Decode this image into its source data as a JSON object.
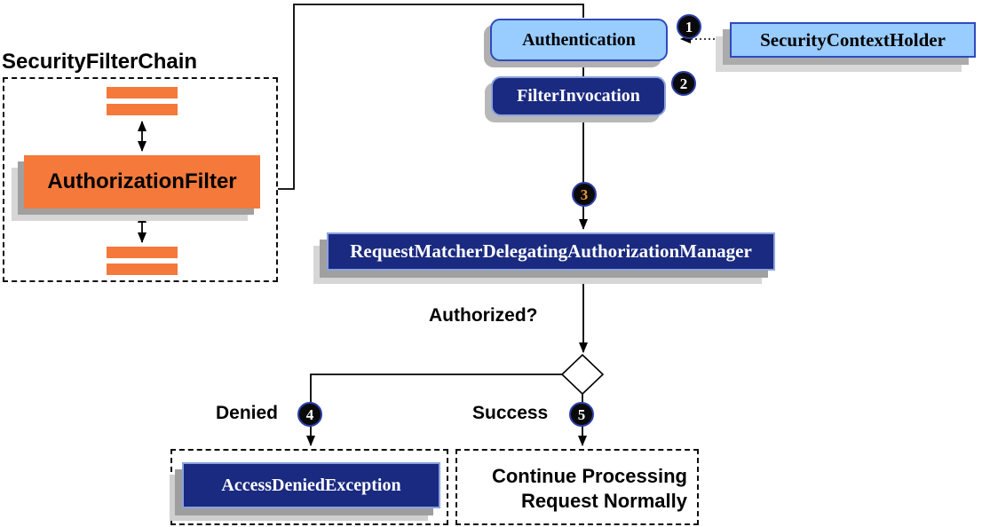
{
  "labels": {
    "security_filter_chain": "SecurityFilterChain",
    "authorization_filter": "AuthorizationFilter",
    "authentication": "Authentication",
    "filter_invocation": "FilterInvocation",
    "security_context_holder": "SecurityContextHolder",
    "request_matcher_manager": "RequestMatcherDelegatingAuthorizationManager",
    "authorized_question": "Authorized?",
    "denied": "Denied",
    "success": "Success",
    "access_denied_exception": "AccessDeniedException",
    "continue_line1": "Continue Processing",
    "continue_line2": "Request Normally"
  },
  "badges": [
    {
      "number": "1"
    },
    {
      "number": "2"
    },
    {
      "number": "3"
    },
    {
      "number": "4"
    },
    {
      "number": "5"
    }
  ],
  "colors": {
    "orange": "#F4793B",
    "navy": "#1A2A80",
    "light_blue": "#99CCFF",
    "light_blue_border": "#2E4BBE",
    "navy_box_border": "#8CA2DE",
    "badge_bg": "#0A0A0A",
    "badge_ring": "#2C3FA8",
    "badge_number": "#FFFFFF",
    "badge3_number": "#E8953C",
    "line": "#000000",
    "shadow_dark": "#A0A0A0",
    "shadow_light": "#D6D6D6",
    "text": "#000000"
  }
}
